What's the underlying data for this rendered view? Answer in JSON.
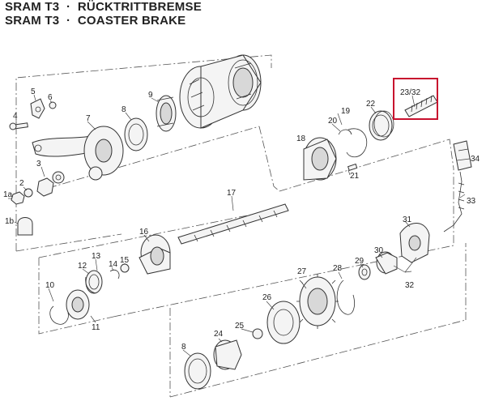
{
  "title_de": "SRAM T3  ·  RÜCKTRITTBREMSE",
  "title_en": "SRAM T3  ·  COASTER BRAKE",
  "highlight_color": "#c8102e",
  "parts": {
    "p1a": "1a",
    "p1b": "1b",
    "p2": "2",
    "p3": "3",
    "p4": "4",
    "p5": "5",
    "p6": "6",
    "p7": "7",
    "p8": "8",
    "p9": "9",
    "p10": "10",
    "p11": "11",
    "p12": "12",
    "p13": "13",
    "p14": "14",
    "p15": "15",
    "p16": "16",
    "p17": "17",
    "p18": "18",
    "p19": "19",
    "p20": "20",
    "p21": "21",
    "p22": "22",
    "p23_32": "23/32",
    "p24": "24",
    "p25": "25",
    "p26": "26",
    "p27": "27",
    "p28": "28",
    "p29": "29",
    "p30": "30",
    "p31": "31",
    "p32": "32",
    "p33": "33",
    "p34": "34"
  }
}
